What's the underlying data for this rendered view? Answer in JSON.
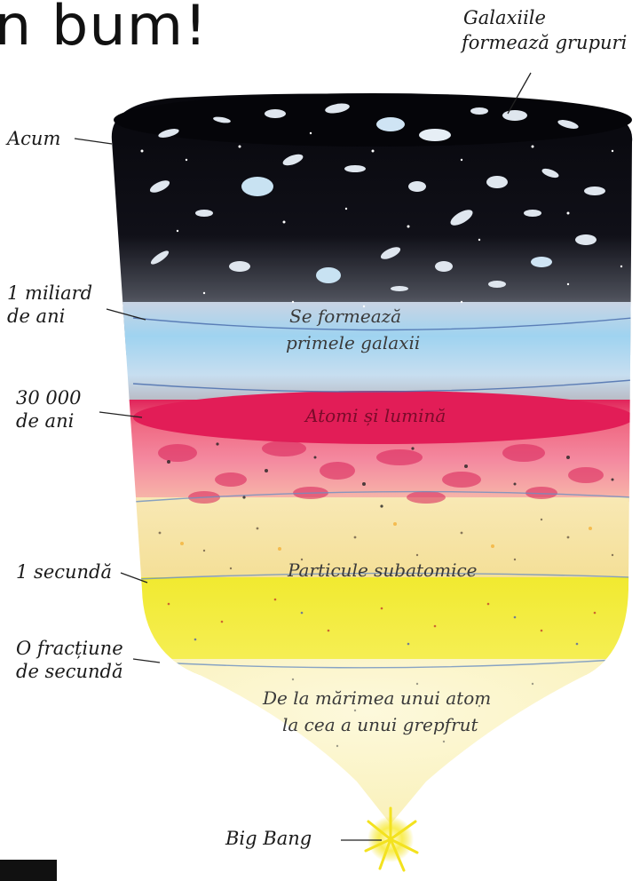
{
  "title": "n bum!",
  "labels": {
    "acum": "Acum",
    "miliard_1": "1 miliard",
    "miliard_2": "de ani",
    "ani30000_1": "30 000",
    "ani30000_2": "de ani",
    "secunda": "1 secundă",
    "fractiune_1": "O fracțiune",
    "fractiune_2": "de secundă",
    "galaxii_grupuri_1": "Galaxiile",
    "galaxii_grupuri_2": "formează grupuri",
    "big_bang": "Big Bang"
  },
  "layers": {
    "galaxii_1": "Se formează",
    "galaxii_2": "primele galaxii",
    "atomi": "Atomi și lumină",
    "particule": "Particule subatomice",
    "marime_1": "De la mărimea unui atom",
    "marime_2": "la cea a unui grepfrut"
  },
  "colors": {
    "space": "#0b0b12",
    "grey_band": "#8a8f9a",
    "blue_band": "#a9d6ef",
    "red_band": "#e0285a",
    "pink_band": "#ef6f86",
    "cream_band": "#f6e2a6",
    "yellow_band": "#f4ec3c",
    "bulb": "#fbf6cf",
    "bang": "#f7e733"
  }
}
